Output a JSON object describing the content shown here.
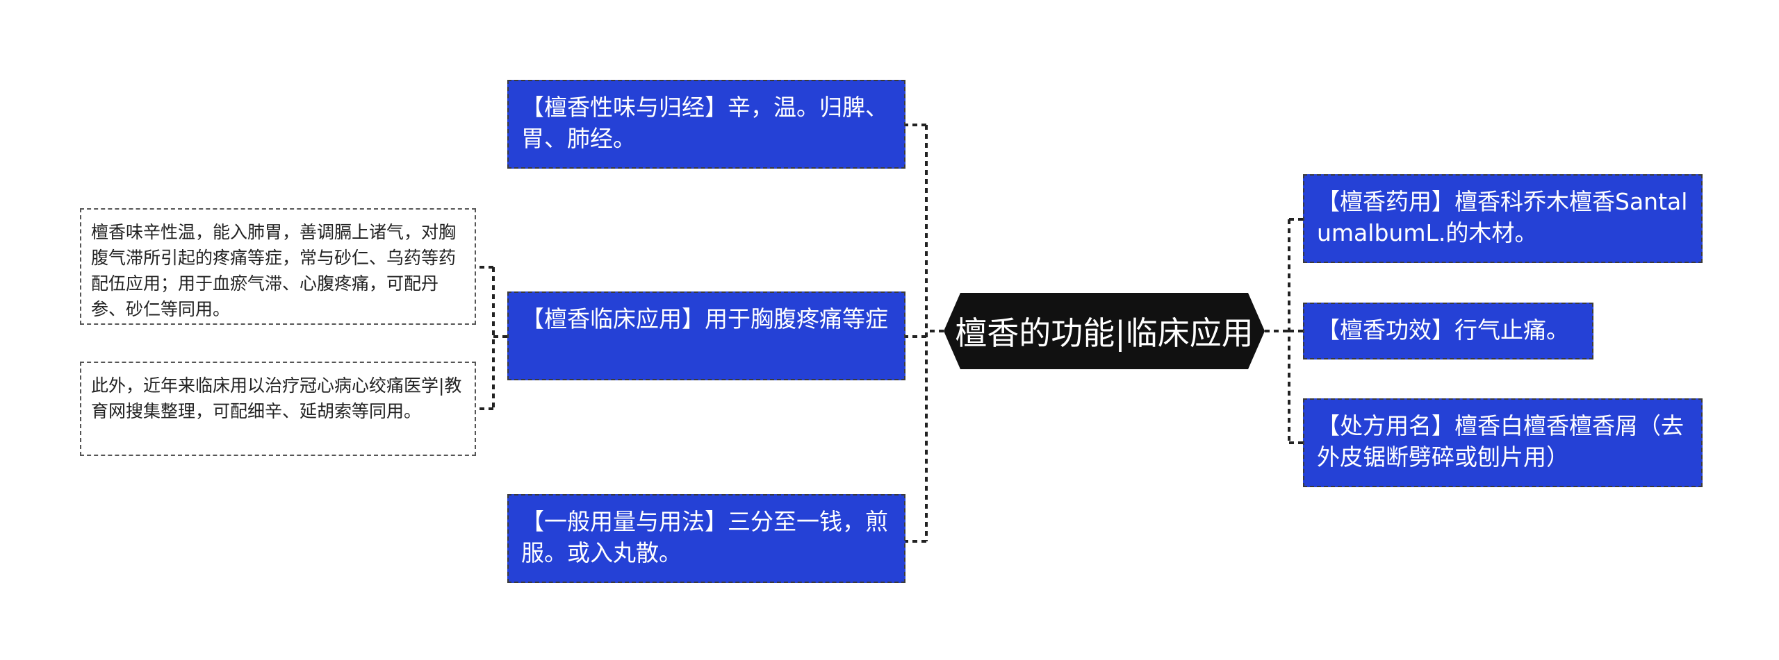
{
  "center": {
    "title": "檀香的功能|临床应用"
  },
  "left": [
    {
      "text": "【檀香性味与归经】辛，温。归脾、胃、肺经。"
    },
    {
      "text": "【檀香临床应用】用于胸腹疼痛等症"
    },
    {
      "text": "【一般用量与用法】三分至一钱，煎服。或入丸散。"
    }
  ],
  "notes": [
    {
      "text": "檀香味辛性温，能入肺胃，善调膈上诸气，对胸腹气滞所引起的疼痛等症，常与砂仁、乌药等药配伍应用；用于血瘀气滞、心腹疼痛，可配丹参、砂仁等同用。"
    },
    {
      "text": "此外，近年来临床用以治疗冠心病心绞痛医学|教育网搜集整理，可配细辛、延胡索等同用。"
    }
  ],
  "right": [
    {
      "text": "【檀香药用】檀香科乔木檀香SantalumalbumL.的木材。"
    },
    {
      "text": "【檀香功效】行气止痛。"
    },
    {
      "text": "【处方用名】檀香白檀香檀香屑（去外皮锯断劈碎或刨片用）"
    }
  ],
  "colors": {
    "node_fill": "#2541d6",
    "center_fill": "#111111",
    "connector": "#222222"
  }
}
